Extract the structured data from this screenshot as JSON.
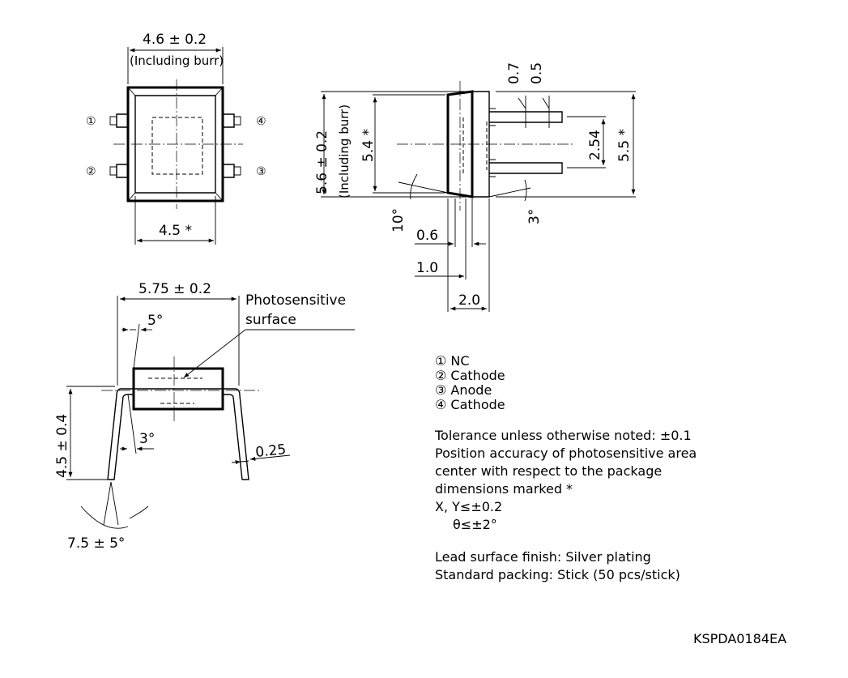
{
  "dimensions": {
    "top_width": "4.6 ± 0.2",
    "including_burr": "(Including burr)",
    "bottom_width": "4.5 *",
    "height_total": "5.6 ± 0.2",
    "height_burr": "(Including burr)",
    "height_star": "5.4 *",
    "lead_07": "0.7",
    "lead_05": "0.5",
    "pitch": "2.54",
    "side_55": "5.5 *",
    "angle_10": "10°",
    "angle_3_side": "3°",
    "dim_06": "0.6",
    "dim_10": "1.0",
    "dim_20": "2.0",
    "front_width": "5.75 ± 0.2",
    "angle_5": "5°",
    "angle_3": "3°",
    "front_height": "4.5 ± 0.4",
    "lead_thickness": "0.25",
    "lead_angle": "7.5 ± 5°",
    "photosensitive_line1": "Photosensitive",
    "photosensitive_line2": "surface"
  },
  "pins": {
    "p1": "①",
    "p2": "②",
    "p3": "③",
    "p4": "④"
  },
  "legend": [
    "① NC",
    "② Cathode",
    "③ Anode",
    "④ Cathode"
  ],
  "notes": {
    "tolerance": "Tolerance unless otherwise noted: ±0.1",
    "position_1": "Position accuracy of photosensitive area",
    "position_2": "center with respect to the package",
    "position_3": "dimensions marked *",
    "xy": "X, Y≤±0.2",
    "theta": "θ≤±2°",
    "lead_finish": "Lead surface finish: Silver plating",
    "packing": "Standard packing: Stick (50 pcs/stick)"
  },
  "drawing_code": "KSPDA0184EA"
}
